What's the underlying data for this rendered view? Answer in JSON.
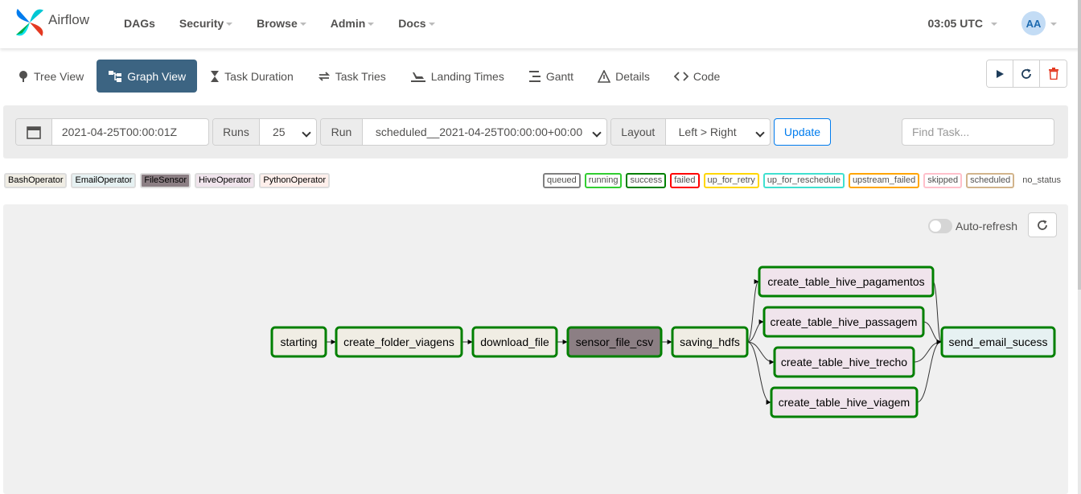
{
  "navbar": {
    "brand": "Airflow",
    "items": [
      {
        "label": "DAGs",
        "dropdown": false
      },
      {
        "label": "Security",
        "dropdown": true
      },
      {
        "label": "Browse",
        "dropdown": true
      },
      {
        "label": "Admin",
        "dropdown": true
      },
      {
        "label": "Docs",
        "dropdown": true
      }
    ],
    "clock": "03:05 UTC",
    "avatar": "AA"
  },
  "tabs": [
    {
      "label": "Tree View",
      "icon": "tree-icon",
      "active": false
    },
    {
      "label": "Graph View",
      "icon": "graph-icon",
      "active": true
    },
    {
      "label": "Task Duration",
      "icon": "hourglass-icon",
      "active": false
    },
    {
      "label": "Task Tries",
      "icon": "retry-icon",
      "active": false
    },
    {
      "label": "Landing Times",
      "icon": "landing-icon",
      "active": false
    },
    {
      "label": "Gantt",
      "icon": "gantt-icon",
      "active": false
    },
    {
      "label": "Details",
      "icon": "warning-icon",
      "active": false
    },
    {
      "label": "Code",
      "icon": "code-icon",
      "active": false
    }
  ],
  "filters": {
    "base_date": "2021-04-25T00:00:01Z",
    "runs_label": "Runs",
    "runs_value": "25",
    "run_label": "Run",
    "run_value": "scheduled__2021-04-25T00:00:00+00:00",
    "layout_label": "Layout",
    "layout_value": "Left > Right",
    "update_label": "Update",
    "find_placeholder": "Find Task..."
  },
  "operators": [
    {
      "label": "BashOperator",
      "bg": "#f0ede4"
    },
    {
      "label": "EmailOperator",
      "bg": "#e6f1f2"
    },
    {
      "label": "FileSensor",
      "bg": "#8c7f84"
    },
    {
      "label": "HiveOperator",
      "bg": "#f0e4ec"
    },
    {
      "label": "PythonOperator",
      "bg": "#ffefeb"
    }
  ],
  "states": [
    {
      "label": "queued",
      "color": "#808080"
    },
    {
      "label": "running",
      "color": "#32cd32"
    },
    {
      "label": "success",
      "color": "#008000"
    },
    {
      "label": "failed",
      "color": "#ff0000"
    },
    {
      "label": "up_for_retry",
      "color": "#ffd700"
    },
    {
      "label": "up_for_reschedule",
      "color": "#40e0d0"
    },
    {
      "label": "upstream_failed",
      "color": "#ffa500"
    },
    {
      "label": "skipped",
      "color": "#ffc0cb"
    },
    {
      "label": "scheduled",
      "color": "#d2b48c"
    },
    {
      "label": "no_status",
      "color": ""
    }
  ],
  "graph": {
    "auto_refresh_label": "Auto-refresh",
    "nodes": [
      {
        "id": "starting",
        "label": "starting",
        "operator": "BashOperator",
        "state": "success"
      },
      {
        "id": "create_folder_viagens",
        "label": "create_folder_viagens",
        "operator": "BashOperator",
        "state": "success"
      },
      {
        "id": "download_file",
        "label": "download_file",
        "operator": "BashOperator",
        "state": "success"
      },
      {
        "id": "sensor_file_csv",
        "label": "sensor_file_csv",
        "operator": "FileSensor",
        "state": "success"
      },
      {
        "id": "saving_hdfs",
        "label": "saving_hdfs",
        "operator": "BashOperator",
        "state": "success"
      },
      {
        "id": "create_table_hive_pagamentos",
        "label": "create_table_hive_pagamentos",
        "operator": "HiveOperator",
        "state": "success"
      },
      {
        "id": "create_table_hive_passagem",
        "label": "create_table_hive_passagem",
        "operator": "HiveOperator",
        "state": "success"
      },
      {
        "id": "create_table_hive_trecho",
        "label": "create_table_hive_trecho",
        "operator": "HiveOperator",
        "state": "success"
      },
      {
        "id": "create_table_hive_viagem",
        "label": "create_table_hive_viagem",
        "operator": "HiveOperator",
        "state": "success"
      },
      {
        "id": "send_email_sucess",
        "label": "send_email_sucess",
        "operator": "EmailOperator",
        "state": "success"
      }
    ],
    "edges": [
      [
        "starting",
        "create_folder_viagens"
      ],
      [
        "create_folder_viagens",
        "download_file"
      ],
      [
        "download_file",
        "sensor_file_csv"
      ],
      [
        "sensor_file_csv",
        "saving_hdfs"
      ],
      [
        "saving_hdfs",
        "create_table_hive_pagamentos"
      ],
      [
        "saving_hdfs",
        "create_table_hive_passagem"
      ],
      [
        "saving_hdfs",
        "create_table_hive_trecho"
      ],
      [
        "saving_hdfs",
        "create_table_hive_viagem"
      ],
      [
        "create_table_hive_pagamentos",
        "send_email_sucess"
      ],
      [
        "create_table_hive_passagem",
        "send_email_sucess"
      ],
      [
        "create_table_hive_trecho",
        "send_email_sucess"
      ],
      [
        "create_table_hive_viagem",
        "send_email_sucess"
      ]
    ]
  }
}
